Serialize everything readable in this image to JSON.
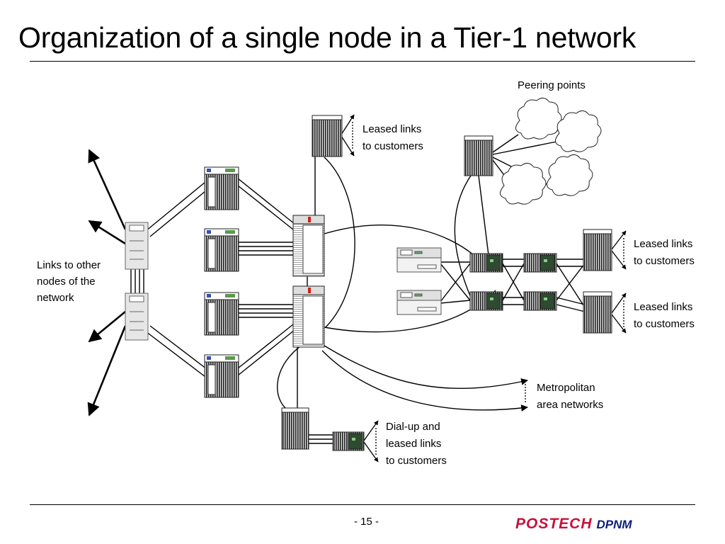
{
  "slide": {
    "title": "Organization of a single node in a Tier-1 network",
    "page_number": "- 15 -"
  },
  "labels": {
    "peering_points": "Peering points",
    "leased_top": [
      "Leased links",
      "to customers"
    ],
    "leased_right_1": [
      "Leased links",
      "to customers"
    ],
    "leased_right_2": [
      "Leased links",
      "to customers"
    ],
    "links_other": [
      "Links to other",
      "nodes of the",
      "network"
    ],
    "metro": [
      "Metropolitan",
      "area networks"
    ],
    "dialup": [
      "Dial-up and",
      "leased links",
      "to customers"
    ]
  },
  "logo": {
    "main": "POSTECH",
    "sub": "DPNM",
    "main_color": "#c8103c",
    "sub_color": "#0b1f7a"
  }
}
